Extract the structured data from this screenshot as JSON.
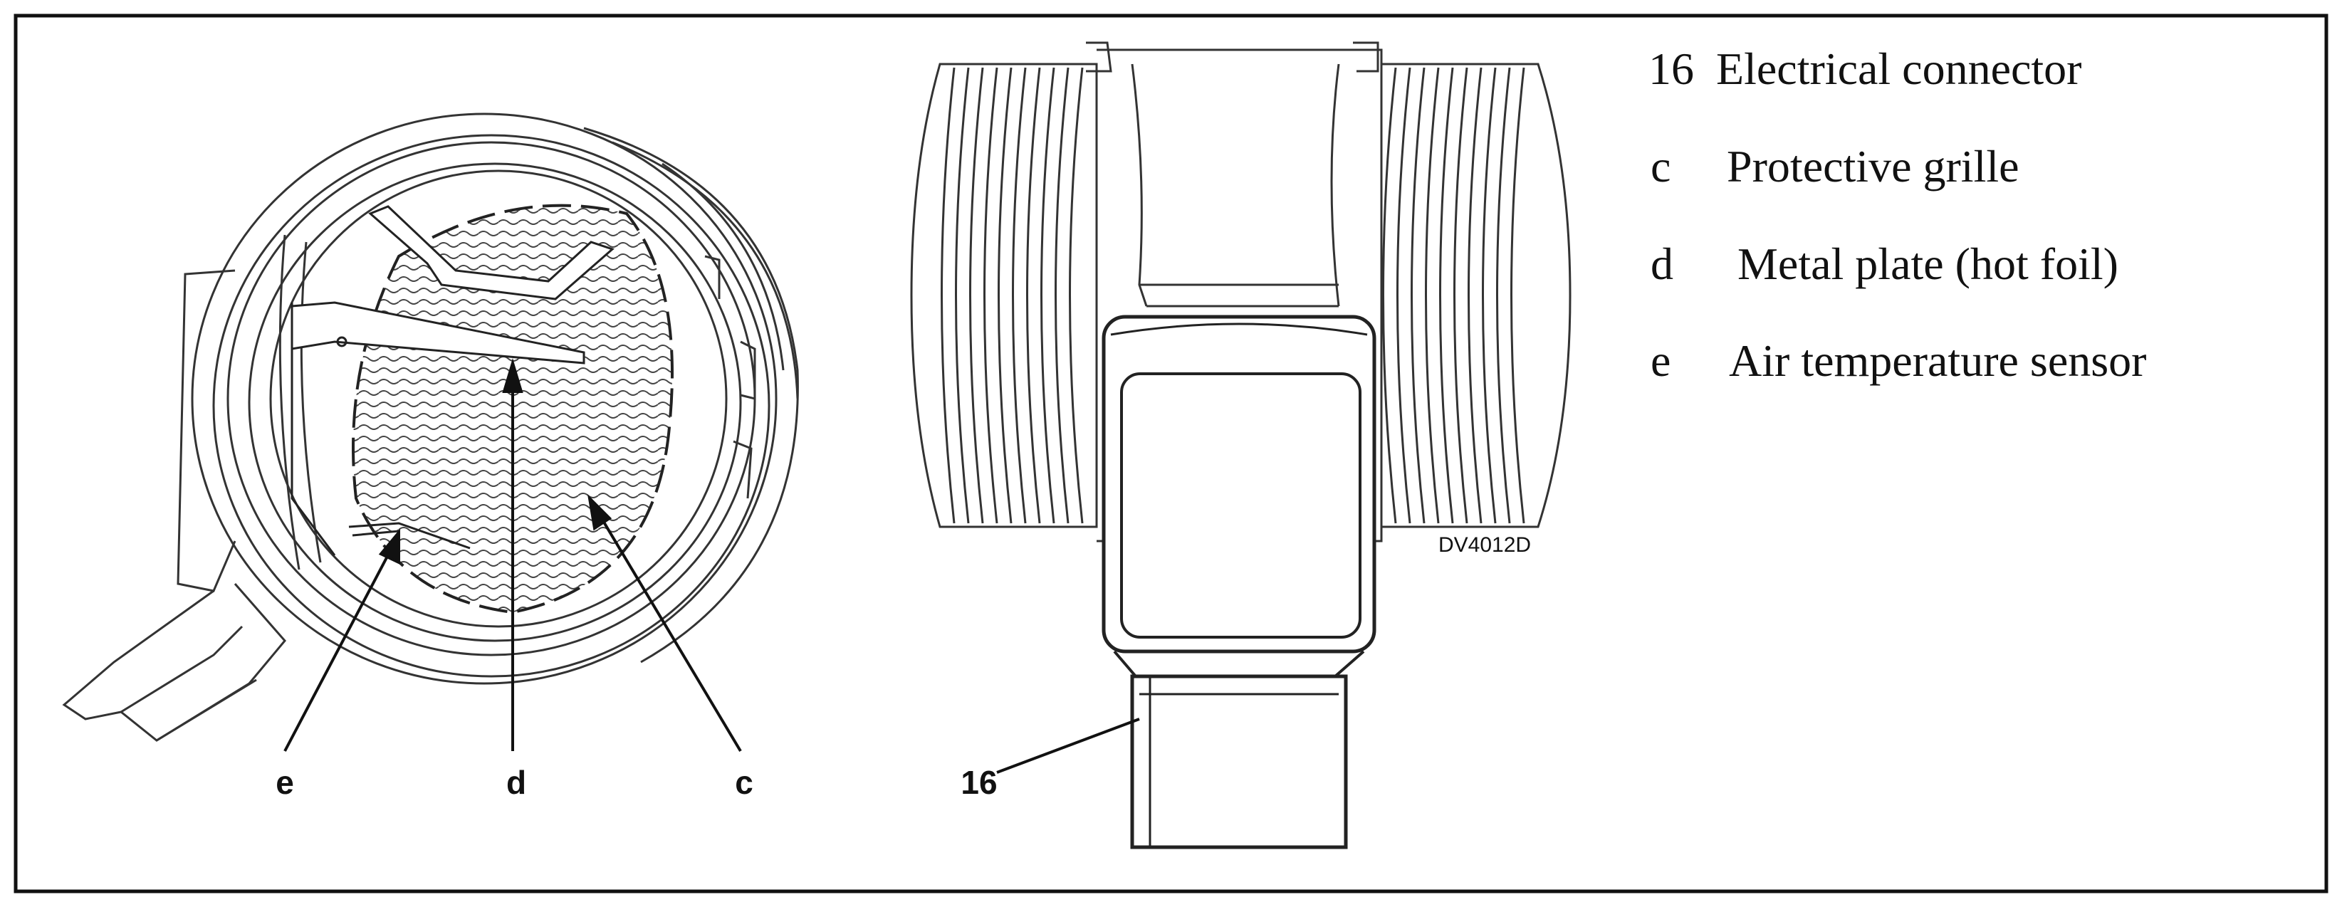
{
  "callouts": {
    "e": "e",
    "d": "d",
    "c": "c",
    "n16": "16"
  },
  "drawing_code": "DV4012D",
  "legend": [
    {
      "key": "16",
      "text": "Electrical connector"
    },
    {
      "key": "c",
      "text": "Protective grille"
    },
    {
      "key": "d",
      "text": "Metal plate (hot foil)"
    },
    {
      "key": "e",
      "text": "Air temperature sensor"
    }
  ],
  "colors": {
    "line": "#222222",
    "background": "#ffffff"
  }
}
